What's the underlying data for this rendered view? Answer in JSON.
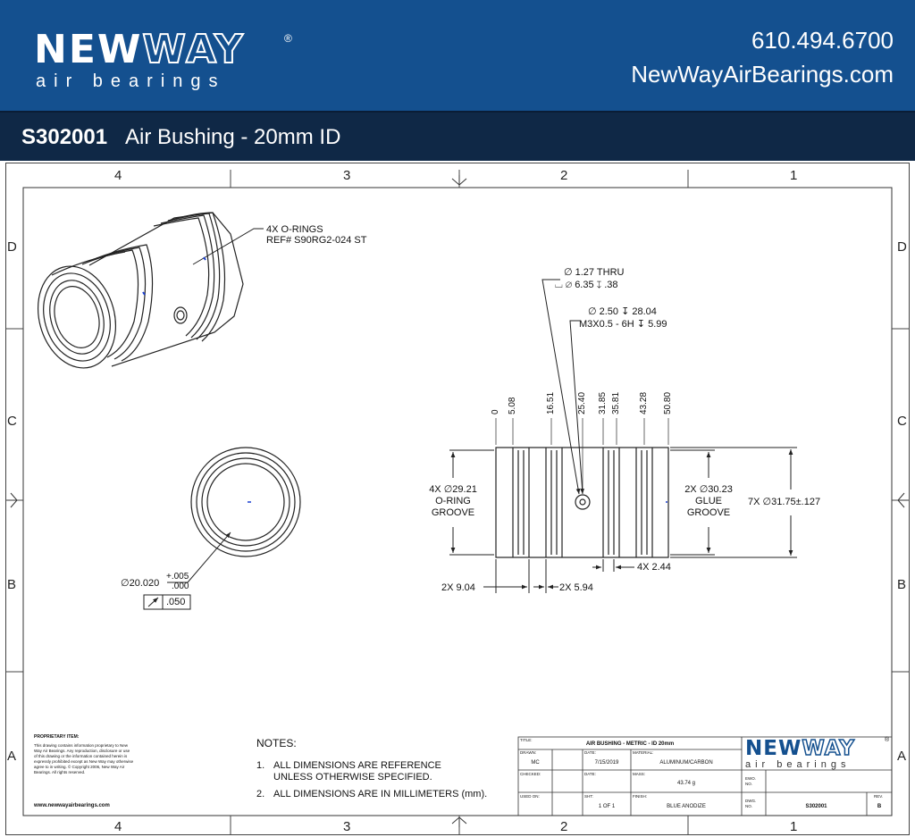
{
  "header": {
    "logo_new": "NEW",
    "logo_way": "WAY",
    "logo_reg": "®",
    "logo_sub": "air bearings",
    "phone": "610.494.6700",
    "website": "NewWayAirBearings.com"
  },
  "titlebar": {
    "part_number": "S302001",
    "part_title": "Air Bushing - 20mm ID"
  },
  "zones": {
    "columns": [
      "4",
      "3",
      "2",
      "1"
    ],
    "rows": [
      "D",
      "C",
      "B",
      "A"
    ]
  },
  "callouts": {
    "orings_qty": "4X O-RINGS",
    "orings_ref": "REF# S90RG2-024 ST",
    "thru_hole": "∅ 1.27 THRU",
    "counterbore": "⌴ ∅ 6.35 ↧ .38",
    "tap_drill": "∅ 2.50 ↧ 28.04",
    "thread": "M3X0.5 - 6H ↧ 5.99",
    "bore_dia": "∅20.020",
    "bore_tol_plus": "+.005",
    "bore_tol_minus": ".000",
    "runout": ".050",
    "oring_groove_qty": "4X ∅29.21",
    "oring_groove_label1": "O-RING",
    "oring_groove_label2": "GROOVE",
    "glue_groove_qty": "2X ∅30.23",
    "glue_groove_label1": "GLUE",
    "glue_groove_label2": "GROOVE",
    "outer_dia": "7X ∅31.75±.127",
    "groove_width": "4X 2.44",
    "dim_9_04": "2X 9.04",
    "dim_5_94": "2X 5.94"
  },
  "ordinates": [
    "0",
    "5.08",
    "16.51",
    "25.40",
    "31.85",
    "35.81",
    "43.28",
    "50.80"
  ],
  "notes": {
    "heading": "NOTES:",
    "items": [
      {
        "num": "1.",
        "line1": "ALL DIMENSIONS ARE REFERENCE",
        "line2": "UNLESS OTHERWISE SPECIFIED."
      },
      {
        "num": "2.",
        "line1": "ALL DIMENSIONS ARE IN MILLIMETERS (mm).",
        "line2": ""
      }
    ]
  },
  "proprietary": {
    "title": "PROPRIETARY ITEM:",
    "text": "This drawing contains information proprietary to New Way Air Bearings. Any reproduction, disclosure or use of this drawing or the information contained herein is expressly prohibited except as New Way may otherwise agree to in writing. © Copyright 2006, New Way Air Bearings. All rights reserved.",
    "url": "www.newwayairbearings.com"
  },
  "title_block": {
    "title_label": "TITLE:",
    "title": "AIR BUSHING - METRIC - ID 20mm",
    "drawn_label": "DRAWN:",
    "drawn": "MC",
    "date_label": "DATE:",
    "drawn_date": "7/15/2019",
    "material_label": "MATERIAL:",
    "material": "ALUMINUM/CARBON",
    "checked_label": "CHECKED:",
    "checked_date_label": "DATE:",
    "mass_label": "MASS:",
    "mass": "43.74 g",
    "ewo_label": "EWO. NO.",
    "used_on_label": "USED ON:",
    "sht_label": "SHT:",
    "sheet": "1 OF 1",
    "finish_label": "FINISH:",
    "finish": "BLUE ANODIZE",
    "dwg_label": "DWG. NO.",
    "dwg_no": "S302001",
    "rev_label": "REV.",
    "rev": "B"
  }
}
